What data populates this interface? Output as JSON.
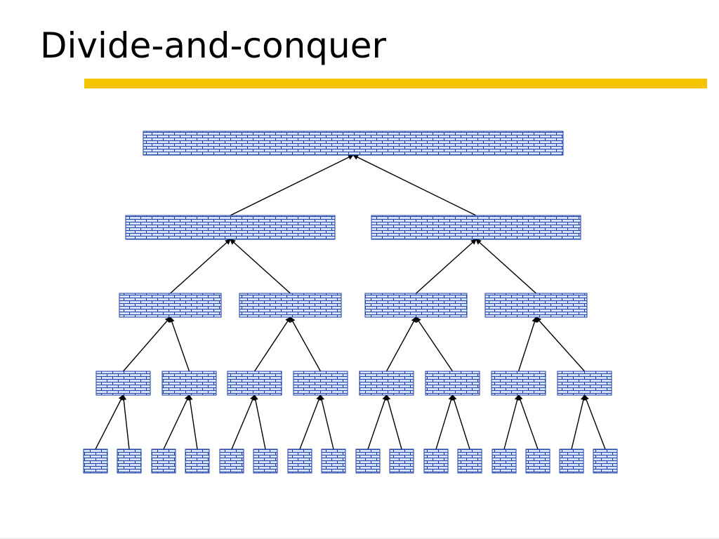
{
  "slide": {
    "title": "Divide-and-conquer"
  },
  "colors": {
    "accent_rule": "#f5c400",
    "brick_fill": "#d7e3fa",
    "brick_mortar": "#1f3fa8",
    "edge": "#000000"
  },
  "diagram": {
    "type": "binary reduction tree",
    "levels": [
      1,
      2,
      4,
      8,
      16
    ],
    "edges_point": "upward from child to parent"
  }
}
